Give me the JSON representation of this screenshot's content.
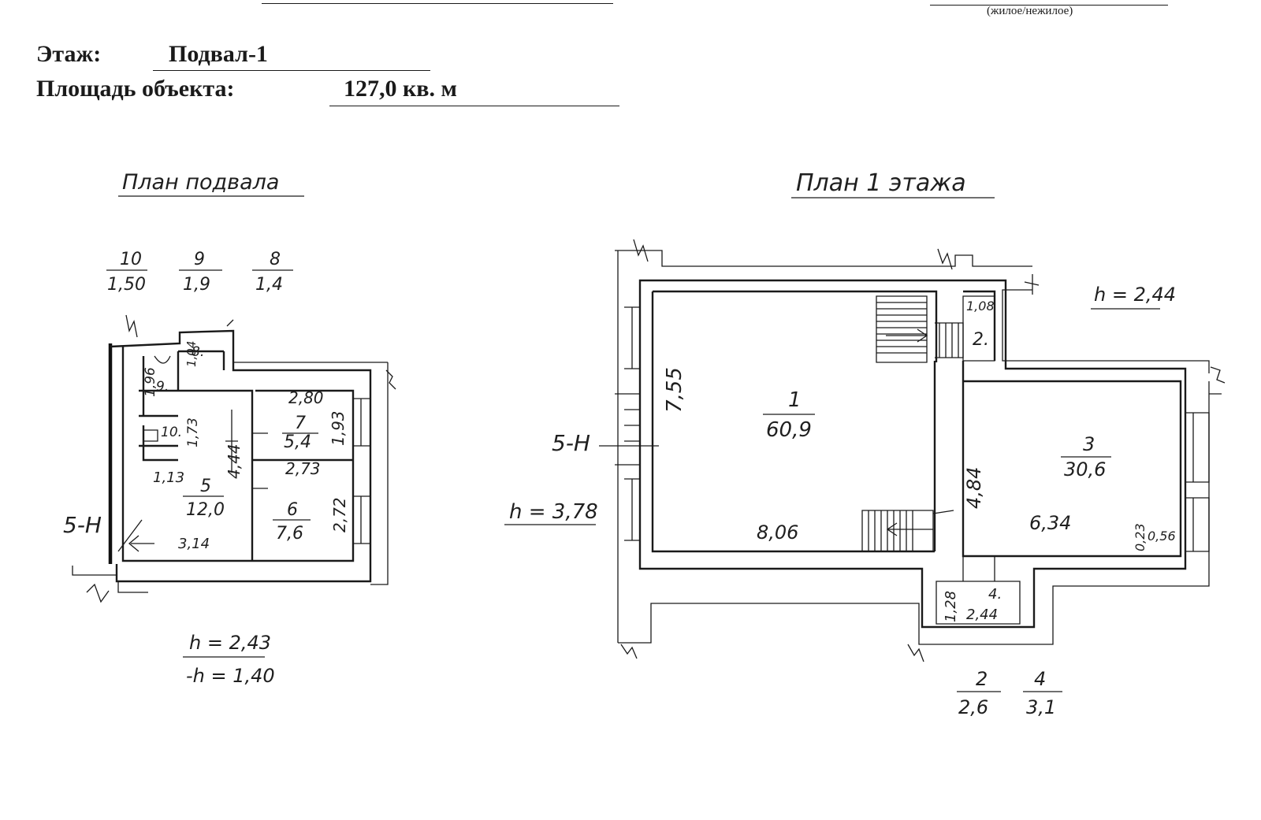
{
  "header": {
    "type_hint": "(жилое/нежилое)",
    "floor_label": "Этаж:",
    "floor_value": "Подвал-1",
    "area_label": "Площадь объекта:",
    "area_value": "127,0 кв. м"
  },
  "basement": {
    "title": "План подвала",
    "axis_label": "5-Н",
    "fractions": [
      {
        "num": "10",
        "den": "1,50"
      },
      {
        "num": "9",
        "den": "1,9"
      },
      {
        "num": "8",
        "den": "1,4"
      }
    ],
    "rooms": [
      {
        "number": "5",
        "area": "12,0"
      },
      {
        "number": "6",
        "area": "7,6"
      },
      {
        "number": "7",
        "area": "5,4"
      },
      {
        "number": "8.",
        "area": ""
      },
      {
        "number": "9.",
        "area": ""
      },
      {
        "number": "10.",
        "area": ""
      }
    ],
    "dimensions": [
      "2,80",
      "1,93",
      "2,73",
      "2,72",
      "4,44",
      "1,73",
      "1,96",
      "1,04",
      "1,13",
      "3,14"
    ],
    "height": "h = 2,43",
    "depth": "-h = 1,40"
  },
  "floor1": {
    "title": "План 1 этажа",
    "axis_label": "5-Н",
    "height_left": "h = 3,78",
    "height_right": "h = 2,44",
    "rooms": [
      {
        "number": "1",
        "area": "60,9"
      },
      {
        "number": "2.",
        "area": ""
      },
      {
        "number": "3",
        "area": "30,6"
      },
      {
        "number": "4.",
        "area": ""
      }
    ],
    "dimensions": [
      "7,55",
      "8,06",
      "1,08",
      "4,84",
      "6,34",
      "0,23",
      "0,56",
      "1,28",
      "2,44"
    ],
    "fractions": [
      {
        "num": "2",
        "den": "2,6"
      },
      {
        "num": "4",
        "den": "3,1"
      }
    ]
  }
}
